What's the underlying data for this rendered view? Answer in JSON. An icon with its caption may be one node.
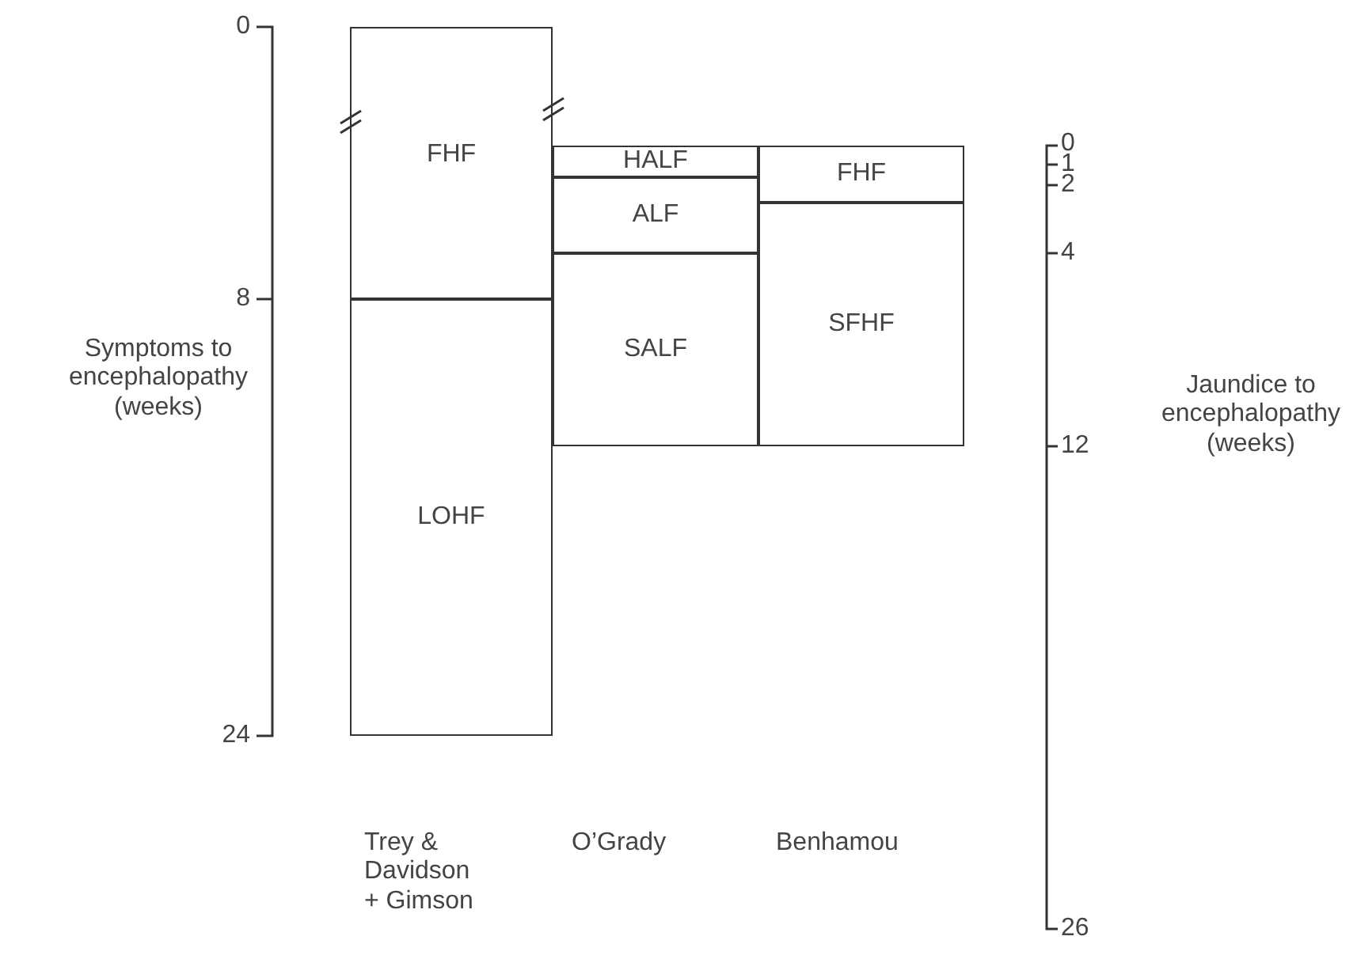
{
  "diagram": {
    "nodes": [
      {
        "text": [
          "FHF"
        ]
      },
      {
        "text": [
          "LOHF"
        ]
      },
      {
        "text": [
          "HALF"
        ]
      },
      {
        "text": [
          "ALF"
        ]
      },
      {
        "text": [
          "SALF"
        ]
      },
      {
        "text": [
          "FHF"
        ]
      },
      {
        "text": [
          "SFHF"
        ]
      }
    ],
    "labels": [
      "0",
      "8",
      "Symptoms to encephalopathy (weeks)",
      "24",
      "0",
      "1",
      "2",
      "4",
      "Jaundice to encephalopathy (weeks)",
      "12",
      "26",
      "Trey & Davidson + Gimson",
      "O’Grady",
      "Benhamou"
    ]
  }
}
